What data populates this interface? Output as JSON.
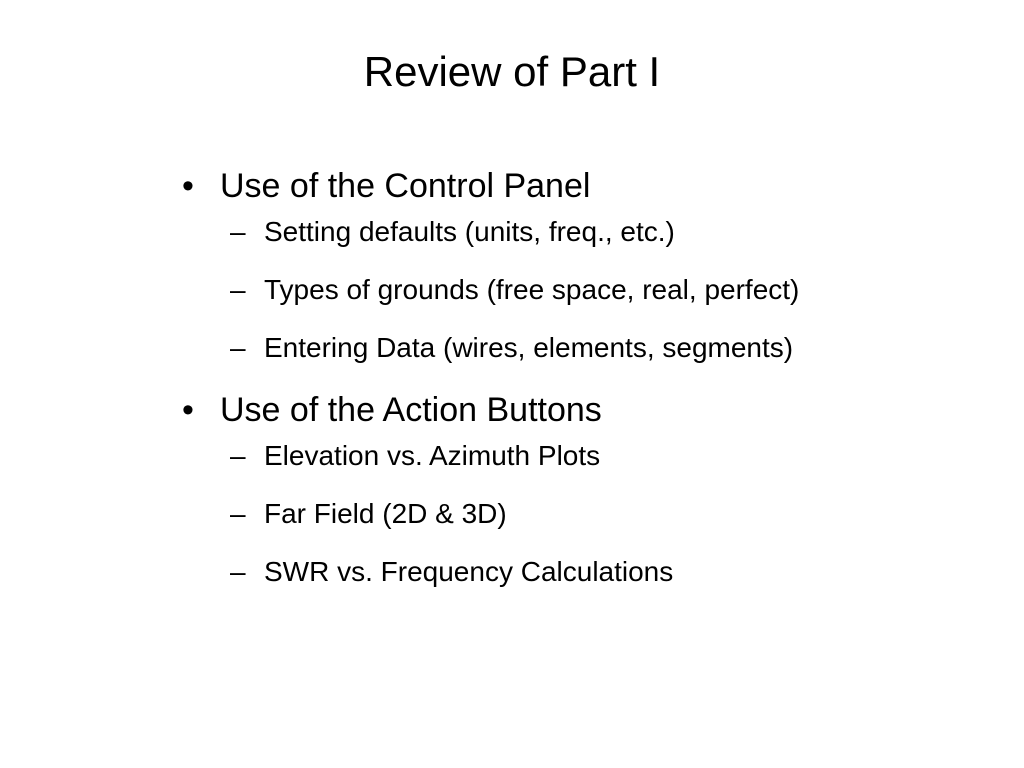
{
  "slide": {
    "title": "Review of Part I",
    "bullets": [
      {
        "marker": "•",
        "text": "Use of the Control Panel",
        "subitems": [
          {
            "marker": "–",
            "text": "Setting defaults (units, freq., etc.)"
          },
          {
            "marker": "–",
            "text": "Types of grounds (free space, real, perfect)"
          },
          {
            "marker": "–",
            "text": "Entering Data (wires, elements, segments)"
          }
        ]
      },
      {
        "marker": "•",
        "text": "Use of the Action Buttons",
        "subitems": [
          {
            "marker": "–",
            "text": "Elevation vs. Azimuth Plots"
          },
          {
            "marker": "–",
            "text": "Far Field (2D & 3D)"
          },
          {
            "marker": "–",
            "text": "SWR vs. Frequency Calculations"
          }
        ]
      }
    ]
  }
}
